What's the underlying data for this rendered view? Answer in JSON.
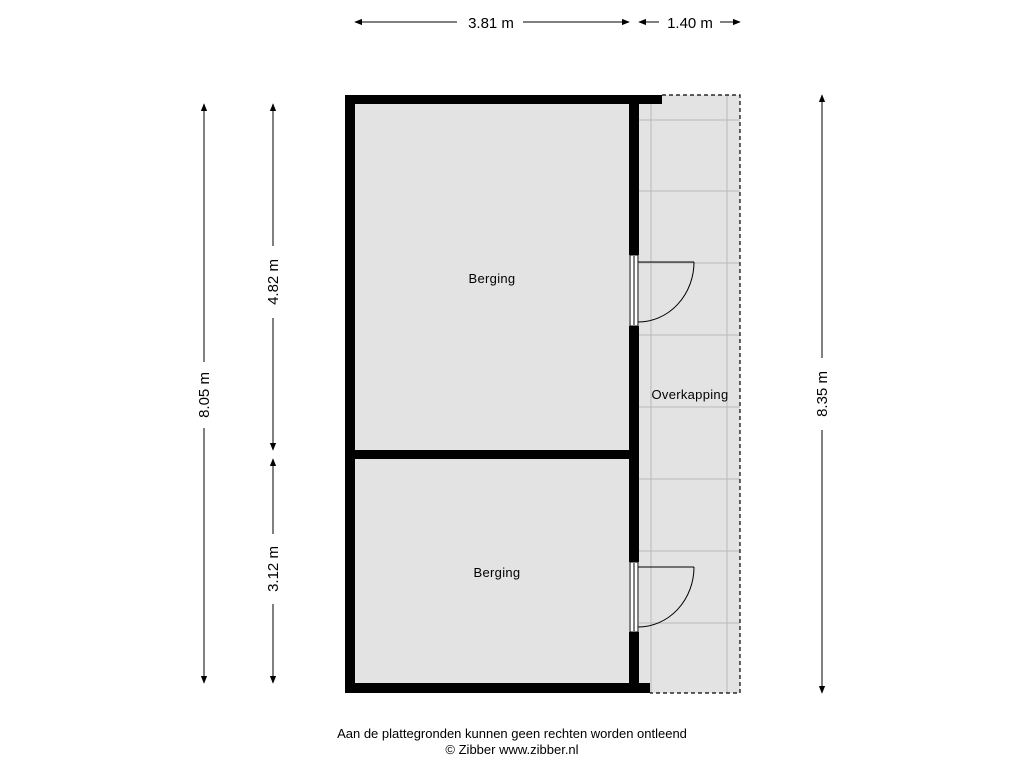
{
  "dimensions": {
    "top_left": "3.81 m",
    "top_right": "1.40 m",
    "left_total": "8.05 m",
    "left_upper": "4.82 m",
    "left_lower": "3.12 m",
    "right_total": "8.35 m"
  },
  "rooms": {
    "upper": "Berging",
    "lower": "Berging",
    "canopy": "Overkapping"
  },
  "footer": {
    "disclaimer": "Aan de plattegronden kunnen geen rechten worden ontleend",
    "copyright": "© Zibber www.zibber.nl"
  },
  "colors": {
    "floor": "#e3e3e3",
    "wall": "#000000",
    "background": "#ffffff"
  }
}
